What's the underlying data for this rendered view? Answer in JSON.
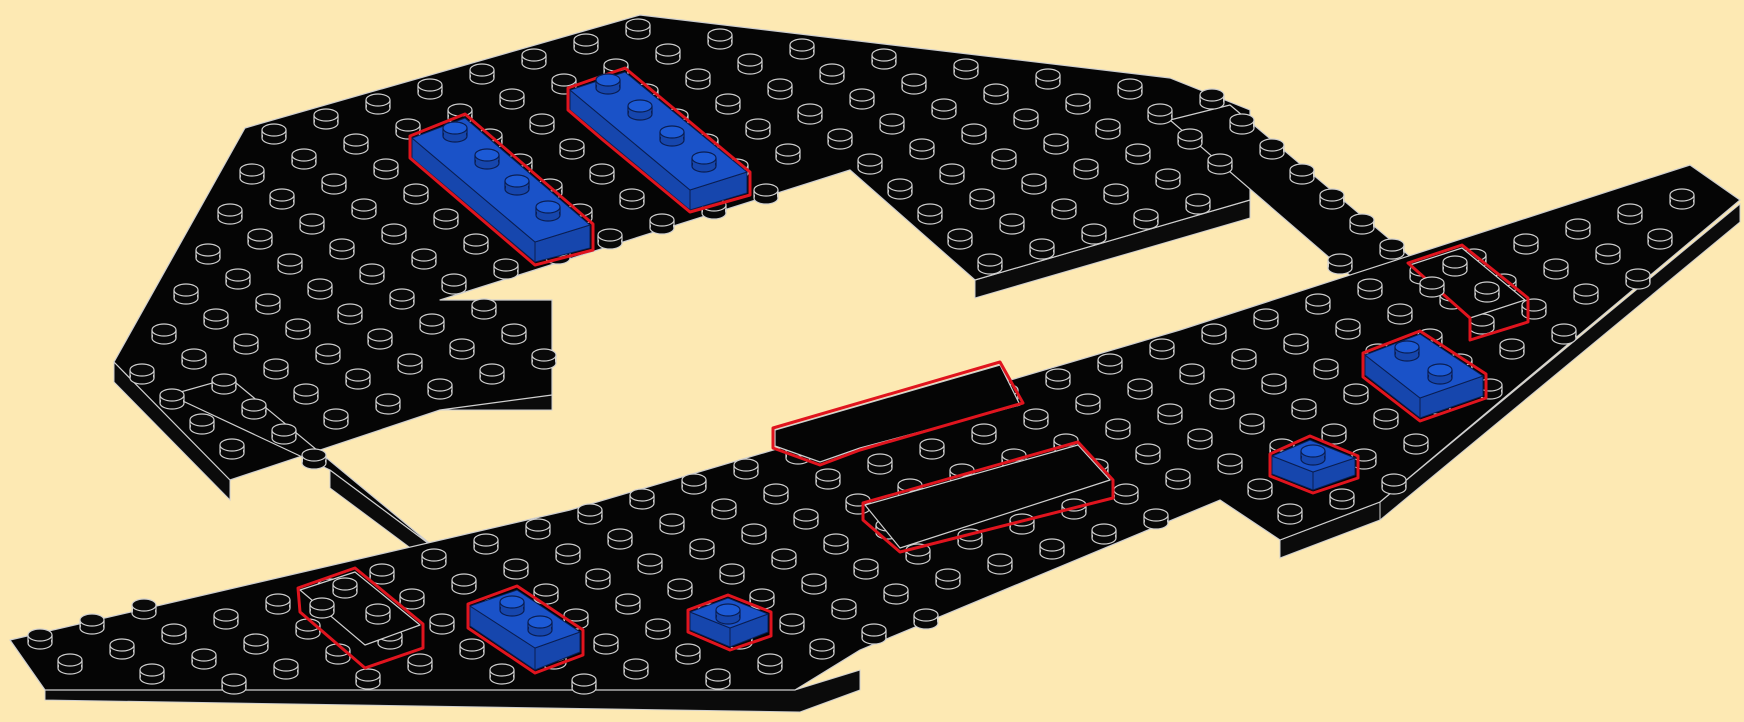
{
  "scene": {
    "background_color": "#fde9b3",
    "plate_color": "#050505",
    "plate_edge_color": "#cfcfcf",
    "highlight_outline_color": "#e0141e",
    "new_part_color": "#1a52c8",
    "new_part_edge_color": "#0a1e52"
  },
  "parts": [
    {
      "id": "back-wing-plate",
      "color": "black"
    },
    {
      "id": "front-wing-plate",
      "color": "black"
    },
    {
      "id": "left-connector-plate",
      "color": "black"
    },
    {
      "id": "right-connector-plate",
      "color": "black"
    },
    {
      "id": "new-blue-1x4-plate-a",
      "color": "blue",
      "highlighted": true
    },
    {
      "id": "new-blue-1x4-plate-b",
      "color": "blue",
      "highlighted": true
    },
    {
      "id": "new-blue-1x2-plate-front-a",
      "color": "blue",
      "highlighted": true
    },
    {
      "id": "new-blue-1x1-plate-front",
      "color": "blue",
      "highlighted": true
    },
    {
      "id": "new-blue-1x2-plate-right",
      "color": "blue",
      "highlighted": true
    },
    {
      "id": "new-blue-1x1-plate-right",
      "color": "blue",
      "highlighted": true
    },
    {
      "id": "new-black-2x2-plate-right",
      "color": "black",
      "highlighted": true
    },
    {
      "id": "new-black-2x2-plate-left",
      "color": "black",
      "highlighted": true
    },
    {
      "id": "new-black-1x6-tile",
      "color": "black",
      "highlighted": true
    },
    {
      "id": "new-black-2x4-plate-center",
      "color": "black",
      "highlighted": true
    }
  ]
}
